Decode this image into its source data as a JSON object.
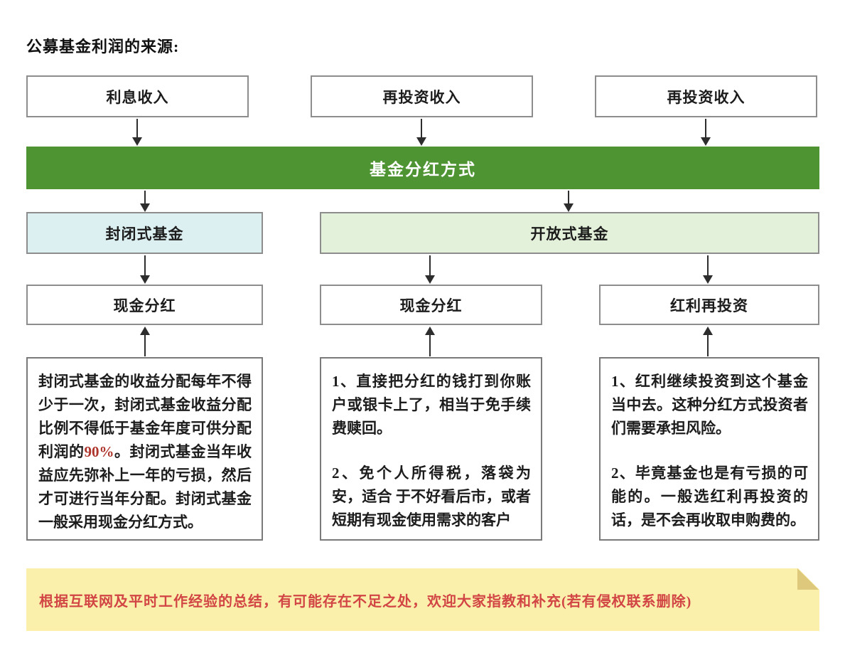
{
  "page": {
    "title": "公募基金利润的来源:"
  },
  "colors": {
    "banner_green": "#4f9433",
    "closed_fund_fill": "#dcf0f2",
    "open_fund_fill": "#e4f1da",
    "note_background": "#fbf0ab",
    "note_fold": "#ddc87c",
    "note_text_red": "#d24545",
    "highlight_red": "#ae352c"
  },
  "sources": [
    {
      "label": "利息收入"
    },
    {
      "label": "再投资收入"
    },
    {
      "label": "再投资收入"
    }
  ],
  "banner": {
    "label": "基金分红方式"
  },
  "fund_types": {
    "closed": {
      "label": "封闭式基金"
    },
    "open": {
      "label": "开放式基金"
    }
  },
  "methods": [
    {
      "label": "现金分红"
    },
    {
      "label": "现金分红"
    },
    {
      "label": "红利再投资"
    }
  ],
  "details": {
    "closed": {
      "text_before": "封闭式基金的收益分配每年不得少于一次，封闭式基金收益分配比例不得低于基金年度可供分配利润的",
      "highlight": "90%",
      "text_after": "。封闭式基金当年收益应先弥补上一年的亏损，然后才可进行当年分配。封闭式基金一般采用现金分红方式。"
    },
    "open_cash": {
      "para1": "1、直接把分红的钱打到你账户或银卡上了，相当于免手续费赎回。",
      "para2": "2、免个人所得税，落袋为安，适合 于不好看后市，或者短期有现金使用需求的客户"
    },
    "open_reinvest": {
      "para1": "1、红利继续投资到这个基金当中去。这种分红方式投资者们需要承担风险。",
      "para2": "2、毕竟基金也是有亏损的可能的。一般选红利再投资的话，是不会再收取申购费的。"
    }
  },
  "note": {
    "text": "根据互联网及平时工作经验的总结，有可能存在不足之处，欢迎大家指教和补充(若有侵权联系删除)"
  }
}
